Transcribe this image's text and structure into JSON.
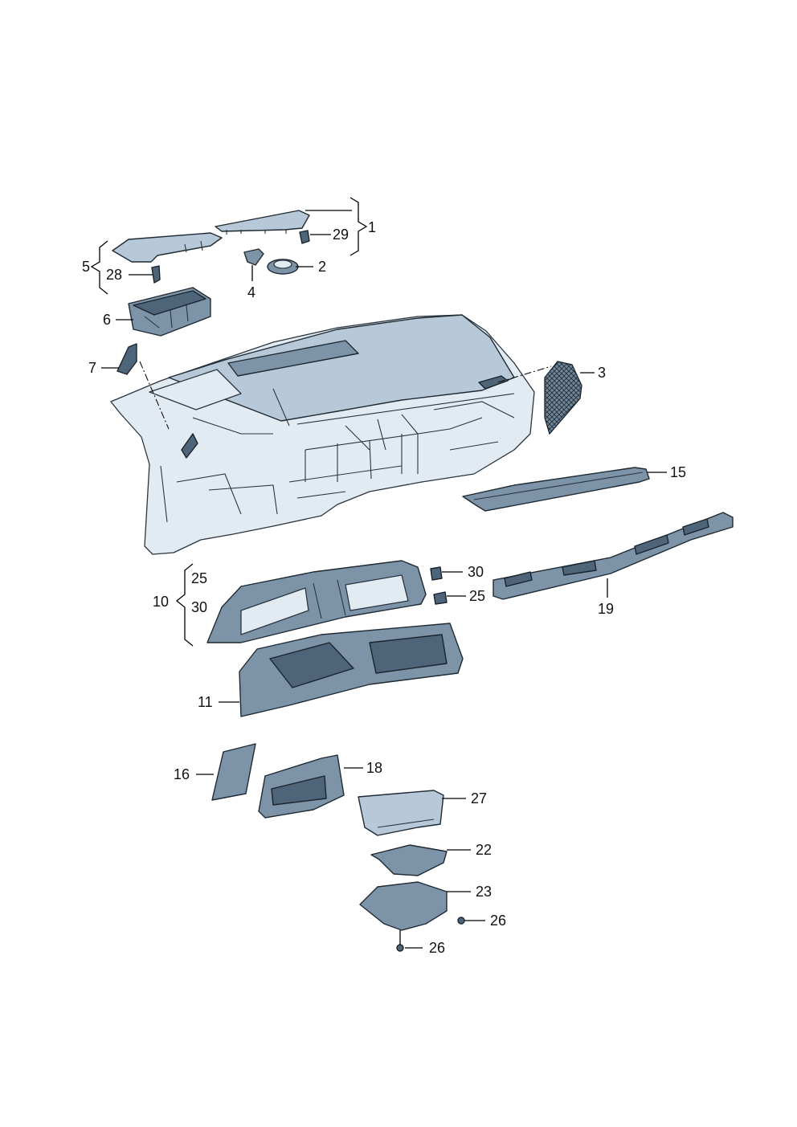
{
  "diagram": {
    "callouts": {
      "c1": "1",
      "c2": "2",
      "c3": "3",
      "c4": "4",
      "c5": "5",
      "c6": "6",
      "c7": "7",
      "c10": "10",
      "c10_25": "25",
      "c10_30": "30",
      "c11": "11",
      "c15": "15",
      "c16": "16",
      "c18": "18",
      "c19": "19",
      "c22": "22",
      "c23": "23",
      "c25": "25",
      "c26a": "26",
      "c26b": "26",
      "c27": "27",
      "c28": "28",
      "c29": "29",
      "c30": "30"
    },
    "colors": {
      "part_light": "#b7c8d8",
      "part_mid": "#7d93a8",
      "part_dark": "#4e6478",
      "outline": "#1f2a33"
    }
  }
}
